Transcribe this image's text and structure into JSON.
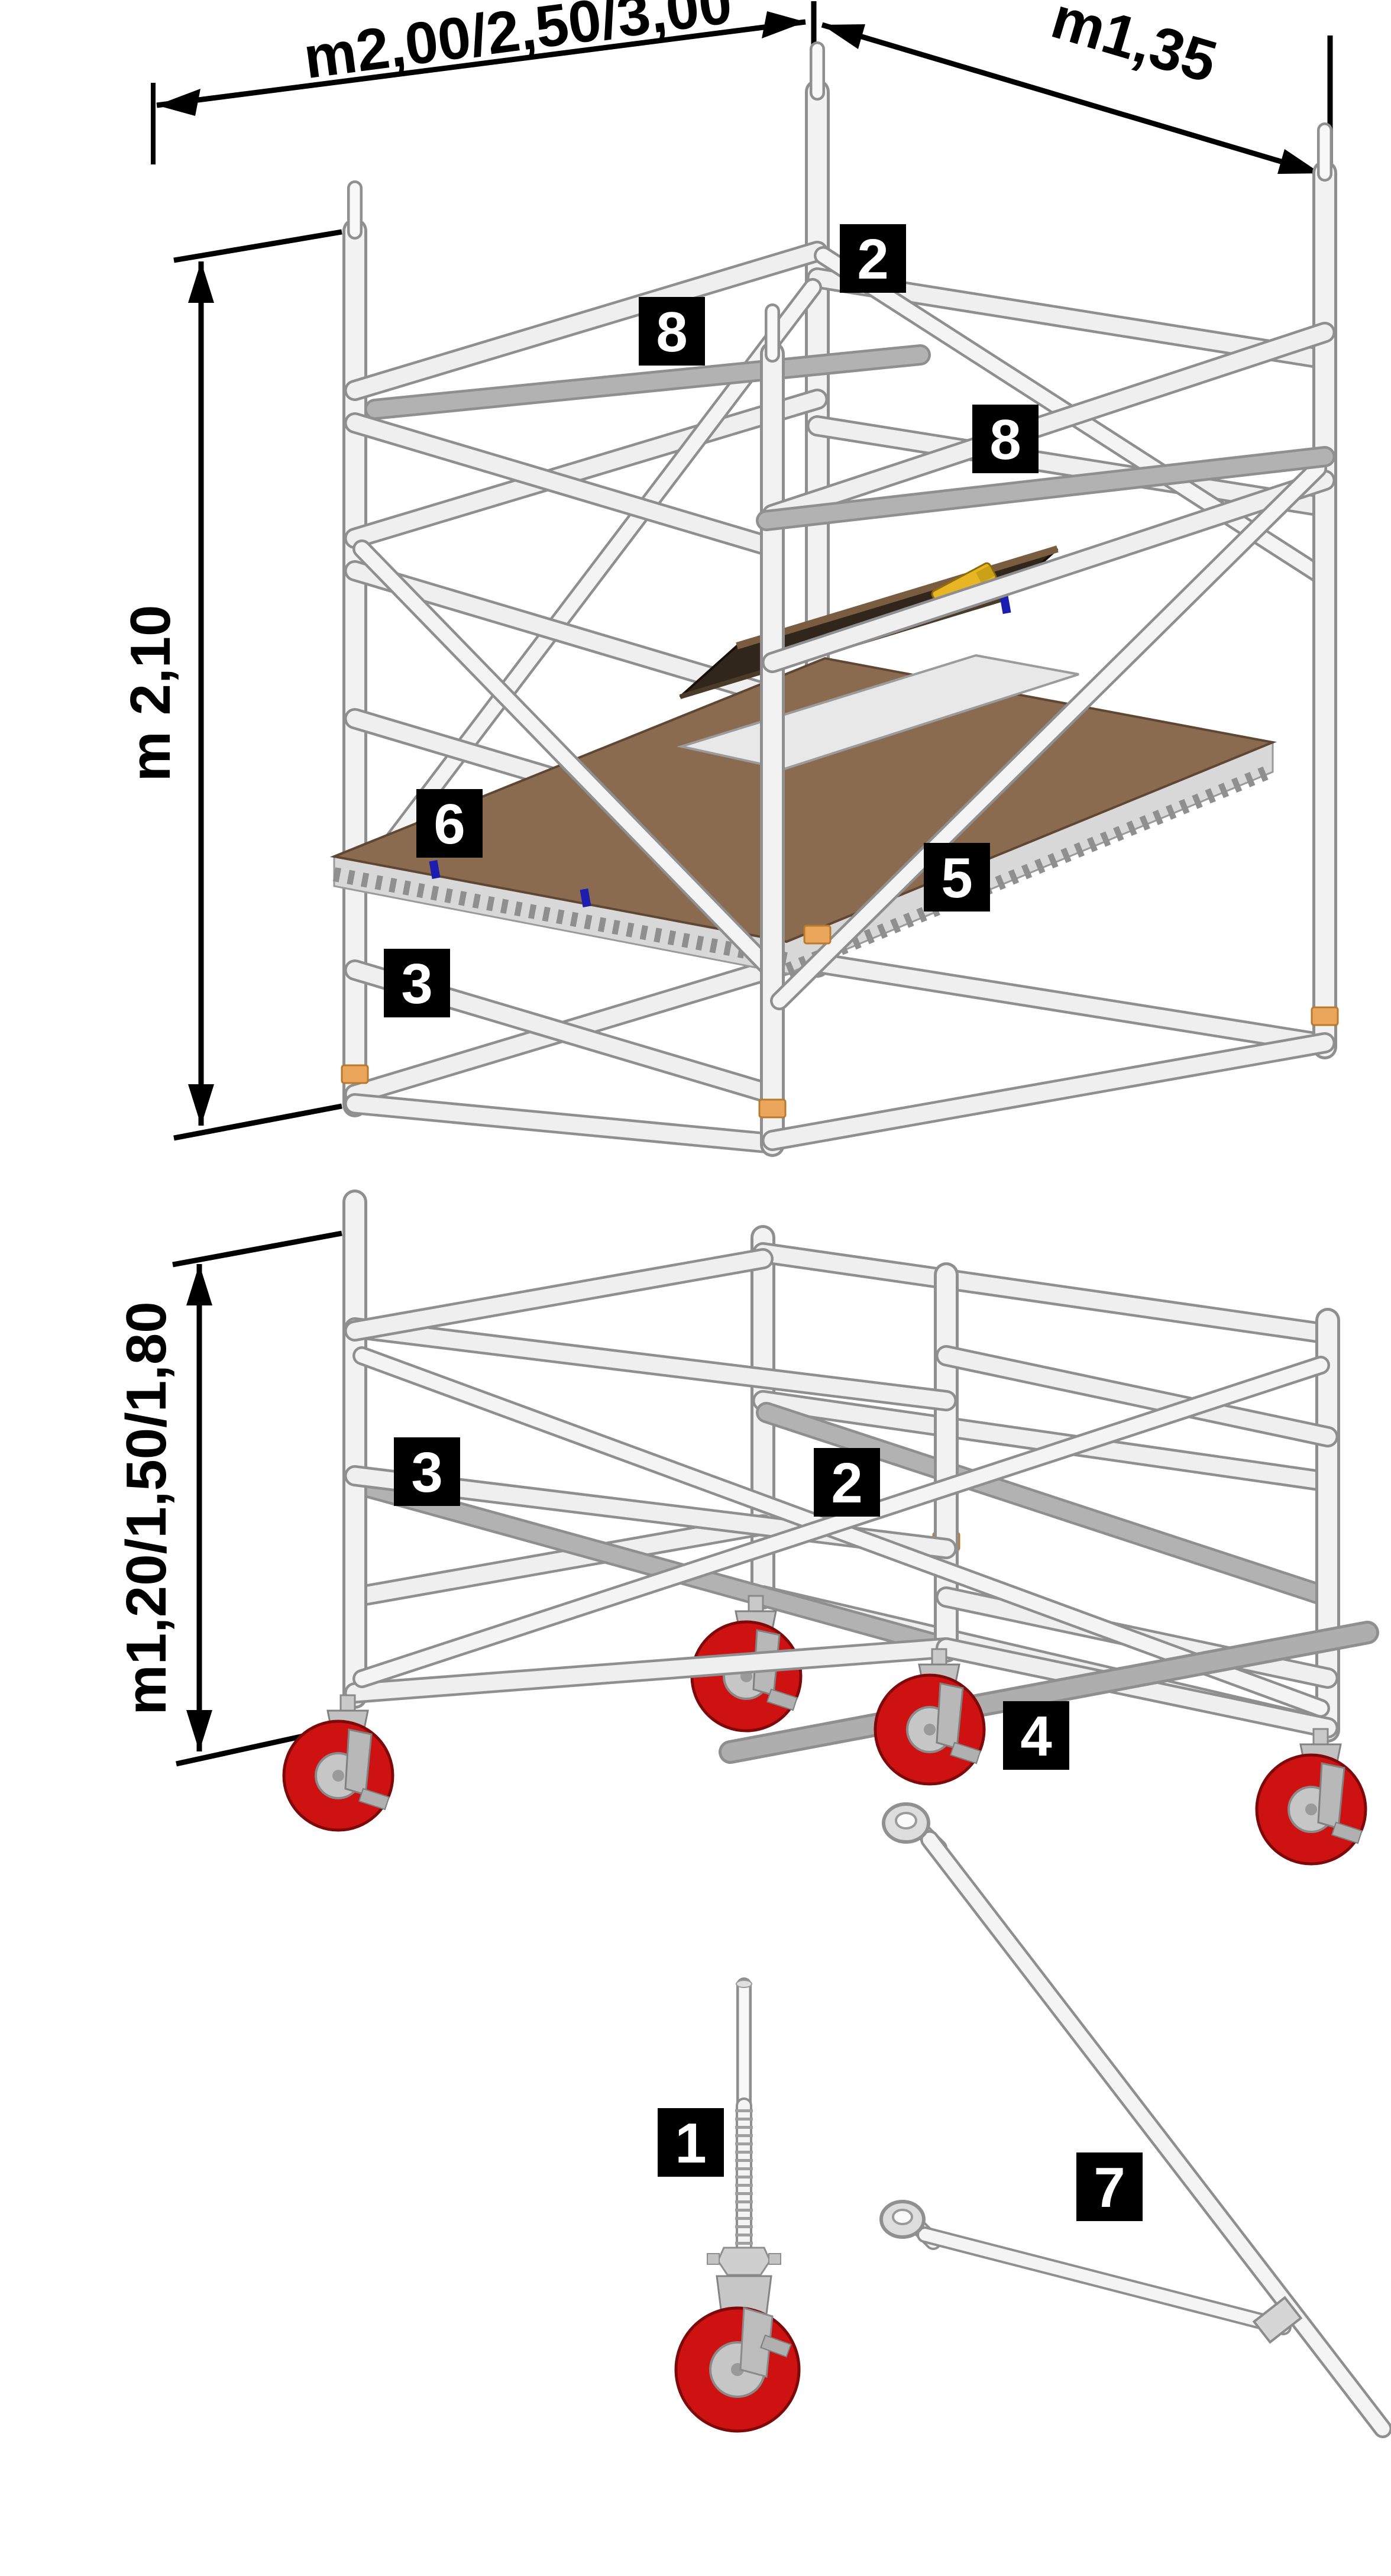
{
  "diagram": {
    "background_color": "#ffffff",
    "units_shown": 2,
    "loose_parts_shown": 2
  },
  "dimensions": {
    "top_length": {
      "label": "m2,00/2,50/3,00"
    },
    "top_depth": {
      "label": "m1,35"
    },
    "upper_height": {
      "label": "m 2,10"
    },
    "base_height": {
      "label": "m1,20/1,50/1,80"
    }
  },
  "part_tags": [
    {
      "text": "2"
    },
    {
      "text": "8"
    },
    {
      "text": "8"
    },
    {
      "text": "6"
    },
    {
      "text": "5"
    },
    {
      "text": "3"
    },
    {
      "text": "3"
    },
    {
      "text": "2"
    },
    {
      "text": "4"
    },
    {
      "text": "1"
    },
    {
      "text": "7"
    }
  ],
  "colors": {
    "tube_rim": "#8f8f8f",
    "tube_core": "#f2f2f2",
    "tube_dark_core": "#b2b2b2",
    "deck_brown": "#8a6b50",
    "deck_edge": "#5f4733",
    "hatch_lid_dark": "#30261b",
    "hatch_lid_rim": "#7a5c40",
    "latch_yellow": "#e8b625",
    "clip_blue": "#1c1cae",
    "caster_red": "#ce1212",
    "caster_red_rim": "#7f0909",
    "caster_metal": "#c2c2c2",
    "connector_orange": "#eaa75b",
    "dimension_black": "#000000"
  }
}
